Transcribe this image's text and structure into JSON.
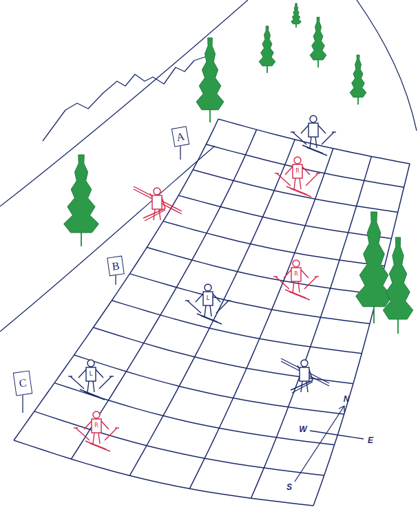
{
  "diagram": {
    "nodes": [
      {
        "text": [
          "A"
        ]
      },
      {
        "text": [
          "B"
        ]
      },
      {
        "text": [
          "C"
        ]
      }
    ],
    "labels": [
      "R",
      "R",
      "L",
      "L",
      "R",
      "N",
      "W",
      "E",
      "S"
    ]
  }
}
